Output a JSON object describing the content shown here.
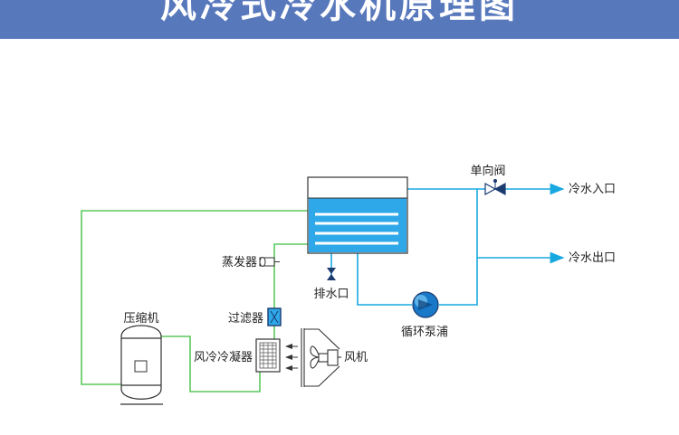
{
  "title": "风冷式冷水机原理图",
  "labels": {
    "check_valve": "单向阀",
    "chilled_water_inlet": "冷水入口",
    "chilled_water_outlet": "冷水出口",
    "evaporator": "蒸发器",
    "drain": "排水口",
    "compressor": "压缩机",
    "filter": "过滤器",
    "circulation_pump": "循环泵浦",
    "air_cooled_condenser": "风冷冷凝器",
    "fan": "风机"
  },
  "colors": {
    "banner": "#5878bc",
    "refrigerant_line": "#5cc85c",
    "water_line": "#18a8e0",
    "tank_fill": "#2ea8e8"
  },
  "icons": {
    "check_valve": "bowtie-valve-icon",
    "pump": "circulation-pump-icon",
    "fan": "axial-fan-icon",
    "drain": "drain-valve-icon"
  }
}
